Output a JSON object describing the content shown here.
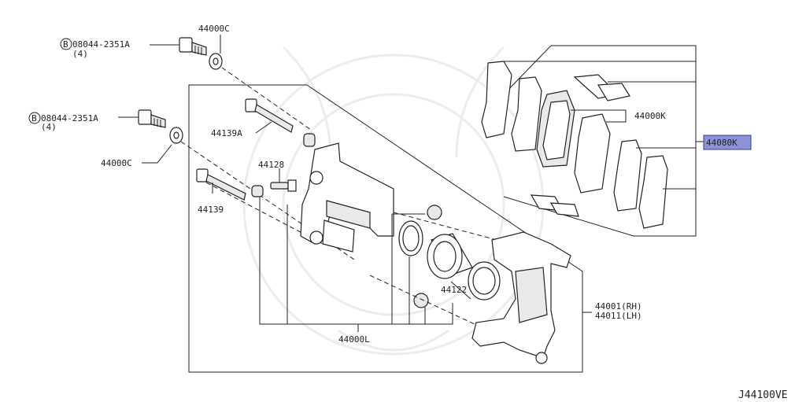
{
  "labels": {
    "bolt_a_upper": "08044-2351A",
    "bolt_a_upper_qty": "(4)",
    "bolt_a_lower": "08044-2351A",
    "bolt_a_lower_qty": "(4)",
    "washer_upper": "44000C",
    "washer_lower": "44000C",
    "pin_bolt_a": "44139A",
    "pin_bolt": "44139",
    "bleeder": "44128",
    "piston": "44122",
    "seal_kit": "44000L",
    "pad_kit": "44000K",
    "pad_set_highlighted": "44080K",
    "caliper_rh": "44001(RH)",
    "caliper_lh": "44011(LH)",
    "diagram_code": "J44100VE",
    "circle_b": "B"
  },
  "colors": {
    "highlight": "#8a93d6",
    "line": "#222222"
  }
}
